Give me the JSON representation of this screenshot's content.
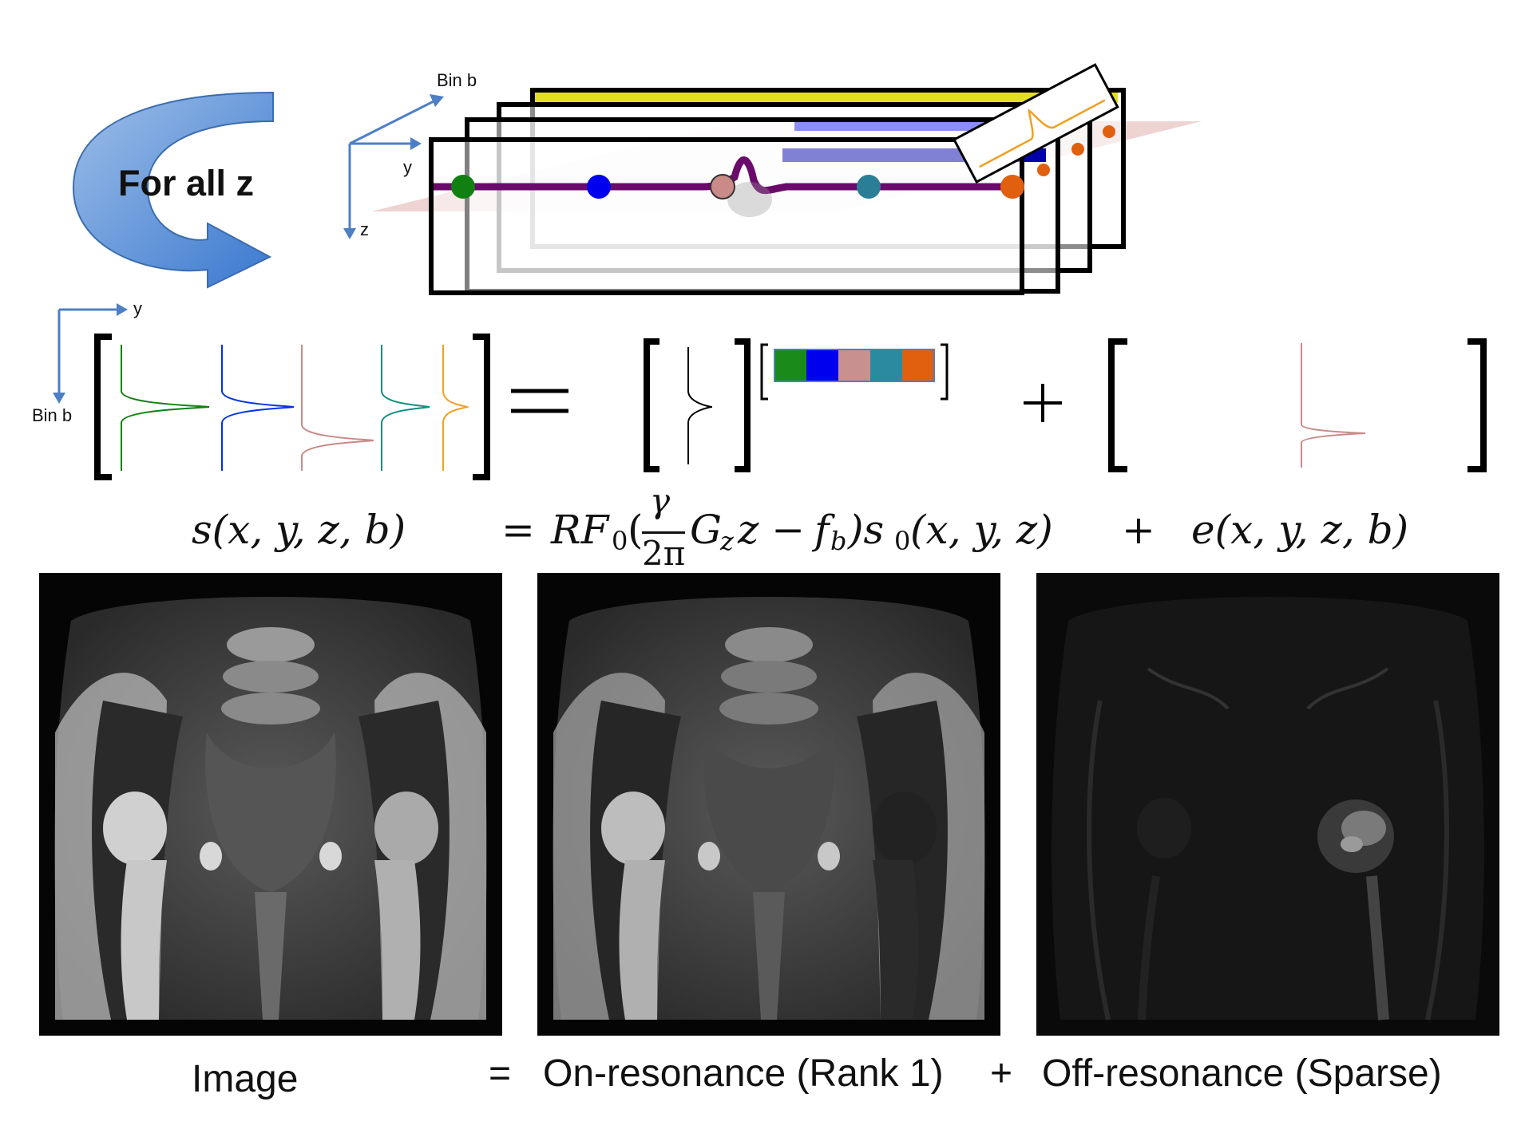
{
  "loop": {
    "label": "For all z",
    "color": "#5b8fd6"
  },
  "axes_top": {
    "bin": "Bin b",
    "y": "y",
    "z": "z"
  },
  "axes_left": {
    "y": "y",
    "bin": "Bin b"
  },
  "slab_colors": [
    "#1a8a1a",
    "#0000ee",
    "#c99090",
    "#2a8aa0",
    "#e06010"
  ],
  "dot_colors": {
    "green": "#108010",
    "blue": "#0000ee",
    "pink": "#c98a88",
    "teal": "#2a7f96",
    "orange": "#e06010"
  },
  "line_color": "#6a0a6a",
  "spectrum_colors": [
    "#108010",
    "#0033dd",
    "#c98a88",
    "#138f80",
    "#f0a020"
  ],
  "equation": {
    "lhs": "s(x, y, z, b)",
    "eq1": "=",
    "rf": "RF",
    "rf_sub": "0",
    "open_paren": "(",
    "gamma": "γ",
    "two_pi": "2π",
    "gz": "G",
    "gz_sub": "z",
    "z_minus": "z −",
    "f": "f",
    "f_sub": "b",
    "close": ")s",
    "s_sub": "0",
    "s_args": "(x, y, z)",
    "plus": "+",
    "rhs": "e(x, y, z, b)"
  },
  "captions": {
    "image": "Image",
    "eq": "=",
    "on": "On-resonance (Rank 1)",
    "plus": "+",
    "off": "Off-resonance (Sparse)"
  }
}
